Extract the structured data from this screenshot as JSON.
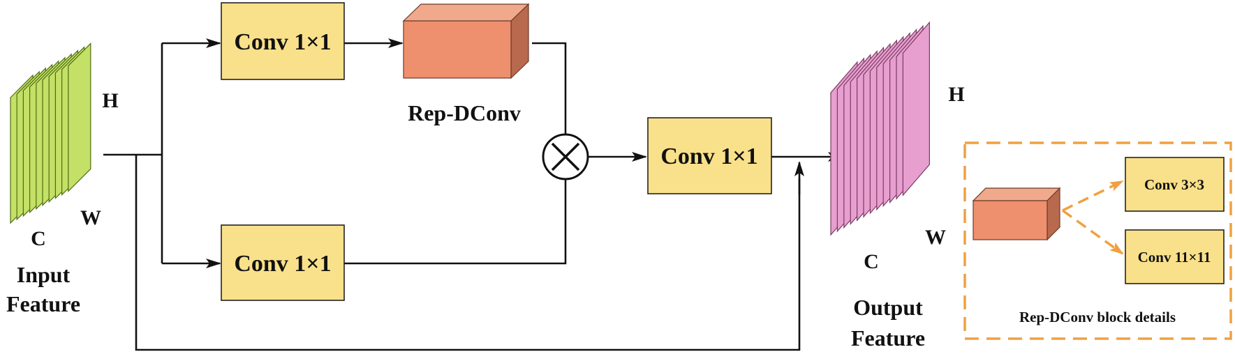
{
  "labels": {
    "input_caption_1": "Input",
    "input_caption_2": "Feature",
    "output_caption_1": "Output",
    "output_caption_2": "Feature",
    "input_h": "H",
    "input_w": "W",
    "input_c": "C",
    "output_h": "H",
    "output_w": "W",
    "output_c": "C",
    "rep_dconv": "Rep-DConv",
    "multiply_symbol": "⊗"
  },
  "boxes": {
    "conv_top": "Conv 1×1",
    "conv_bottom": "Conv 1×1",
    "conv_mid": "Conv 1×1",
    "conv_3x3": "Conv 3×3",
    "conv_11x11": "Conv 11×11"
  },
  "inset": {
    "caption": "Rep-DConv block details"
  },
  "colors": {
    "input_stack": "#c4e066",
    "output_stack": "#e79fcf",
    "conv_box": "#f9e08a",
    "rep_block": "#ee8f6e",
    "inset_border": "#f0a040"
  }
}
